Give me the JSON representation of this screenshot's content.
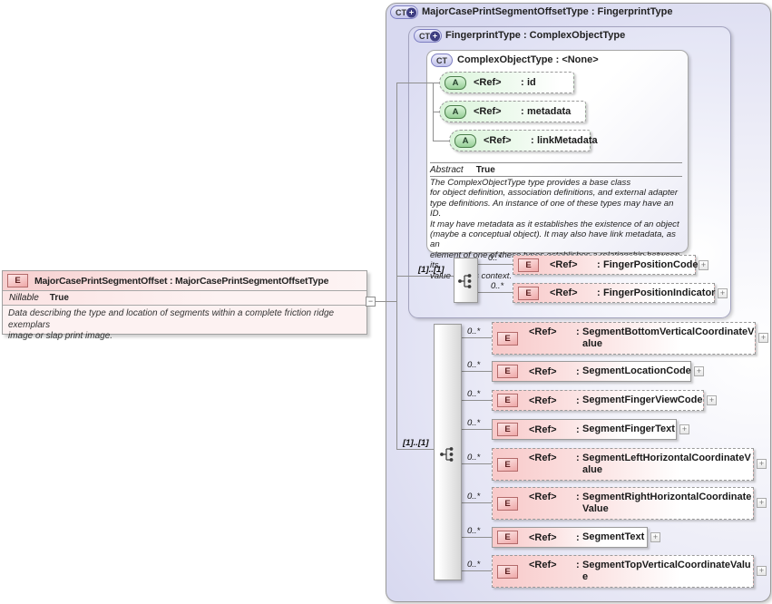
{
  "labels": {
    "ref": "<Ref>",
    "colon": ":",
    "element_badge": "E",
    "attribute_badge": "A",
    "complex_badge": "CT",
    "plus": "+",
    "expand": "+",
    "collapse": "−"
  },
  "palette": {
    "element_fill": "#f8c9c9",
    "attribute_fill": "#daf4da",
    "type_fill": "#d9daf1",
    "border_gray": "#9a9a9a"
  },
  "left_element": {
    "title": "MajorCasePrintSegmentOffset : MajorCasePrintSegmentOffsetType",
    "nillable_label": "Nillable",
    "nillable_value": "True",
    "description": "Data describing the type and location of segments within a complete friction ridge exemplars\nimage or slap print image."
  },
  "types": {
    "outer": {
      "title": "MajorCasePrintSegmentOffsetType : FingerprintType"
    },
    "fingerprint": {
      "title": "FingerprintType : ComplexObjectType"
    },
    "complex_object": {
      "title": "ComplexObjectType : <None>",
      "attributes": [
        {
          "name": "id"
        },
        {
          "name": "metadata"
        },
        {
          "name": "linkMetadata"
        }
      ],
      "abstract_label": "Abstract",
      "abstract_value": "True",
      "description": "The ComplexObjectType type provides a base class\nfor object definition, association definitions, and external adapter\ntype definitions. An instance of one of these types may have an ID.\nIt may have metadata as it establishes the existence of an object\n(maybe a conceptual object). It may also have link metadata, as an\nelement of one of these types establishes a relationship between its\nvalue and its context."
    }
  },
  "sequences": {
    "fingerprint_seq": {
      "cardinality": "[1]..[1]",
      "items": [
        {
          "occurs": "0..*",
          "name": "FingerPositionCode"
        },
        {
          "occurs": "0..*",
          "name": "FingerPositionIndicator"
        }
      ]
    },
    "offset_seq": {
      "cardinality": "[1]..[1]",
      "items": [
        {
          "occurs": "0..*",
          "name": "SegmentBottomVerticalCoordinateValue"
        },
        {
          "occurs": "0..*",
          "name": "SegmentLocationCode"
        },
        {
          "occurs": "0..*",
          "name": "SegmentFingerViewCode"
        },
        {
          "occurs": "0..*",
          "name": "SegmentFingerText"
        },
        {
          "occurs": "0..*",
          "name": "SegmentLeftHorizontalCoordinateValue"
        },
        {
          "occurs": "0..*",
          "name": "SegmentRightHorizontalCoordinateValue"
        },
        {
          "occurs": "0..*",
          "name": "SegmentText"
        },
        {
          "occurs": "0..*",
          "name": "SegmentTopVerticalCoordinateValue"
        }
      ]
    }
  }
}
